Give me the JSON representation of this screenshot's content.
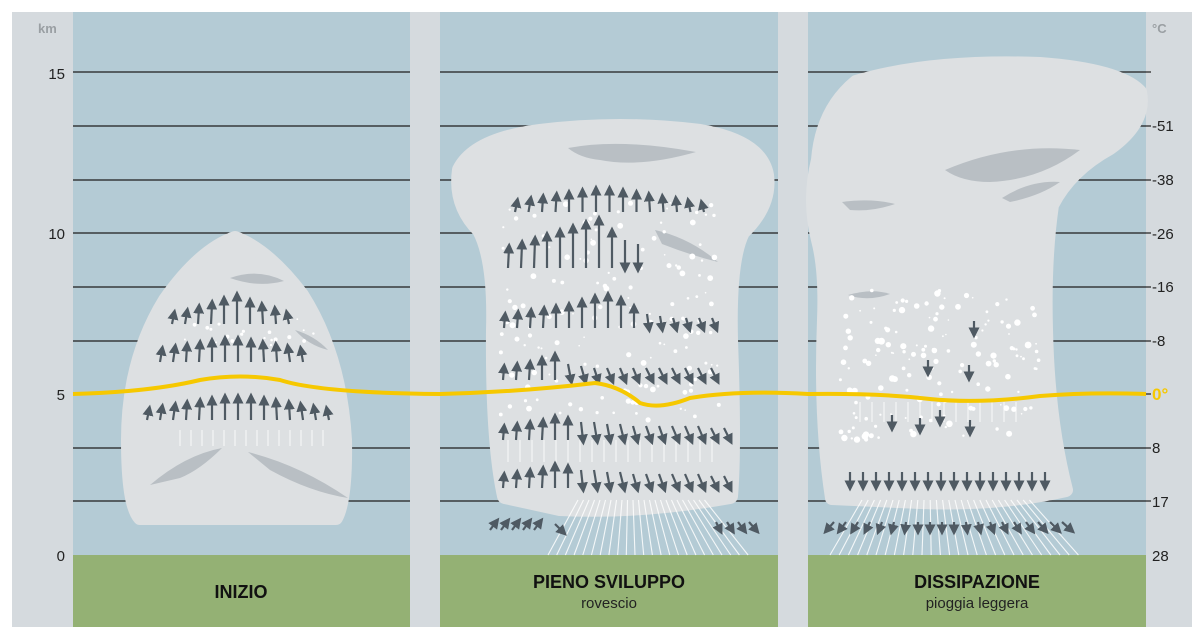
{
  "left_axis": {
    "unit": "km",
    "ticks": [
      "15",
      "10",
      "5",
      "0"
    ]
  },
  "right_axis": {
    "unit": "°C",
    "ticks": [
      "-51",
      "-38",
      "-26",
      "-16",
      "-8",
      "0°",
      "8",
      "17",
      "28"
    ]
  },
  "panels": [
    {
      "title": "INIZIO",
      "subtitle": ""
    },
    {
      "title": "PIENO SVILUPPO",
      "subtitle": "rovescio"
    },
    {
      "title": "DISSIPAZIONE",
      "subtitle": "pioggia leggera"
    }
  ],
  "colors": {
    "background": "#d5dade",
    "sky": "#b4cbd5",
    "ground": "#94b174",
    "cloud": "#dde0e2",
    "cloud_shadow": "#b9bfc4",
    "freezing_line": "#f6c800",
    "arrow": "#4f5a63",
    "grid": "#1e1e1e"
  },
  "icons": [
    "up-arrow-icon",
    "down-arrow-icon",
    "precipitation-dot-icon",
    "rain-streak-icon"
  ]
}
